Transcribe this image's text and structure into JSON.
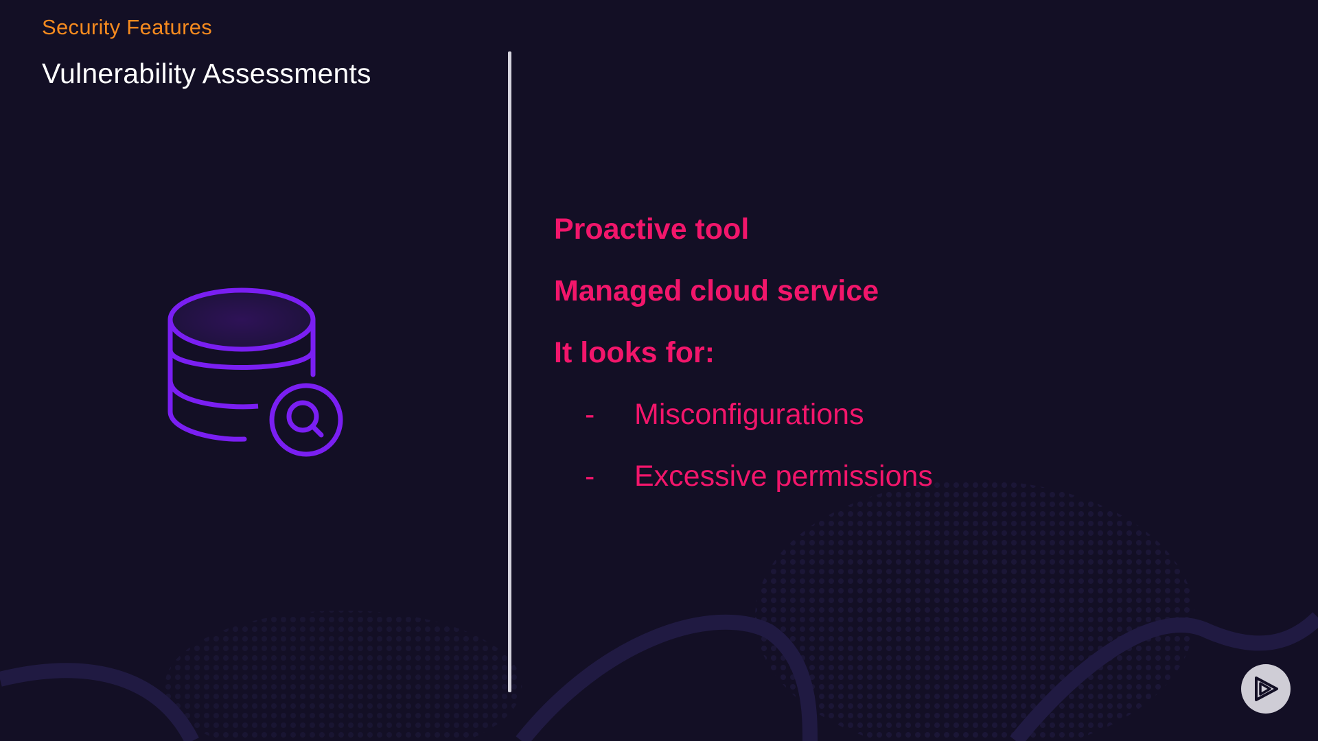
{
  "header": {
    "section_label": "Security Features",
    "title": "Vulnerability Assessments"
  },
  "content": {
    "points": [
      "Proactive tool",
      "Managed cloud service",
      "It looks for:"
    ],
    "sub_points": [
      {
        "dash": "-",
        "text": "Misconfigurations"
      },
      {
        "dash": "-",
        "text": "Excessive permissions"
      }
    ]
  },
  "icons": {
    "main": "database-search-icon",
    "player": "play-logo-icon"
  },
  "colors": {
    "background": "#130f25",
    "section_label": "#f58a1f",
    "title": "#ffffff",
    "accent_text": "#f2166b",
    "icon_stroke": "#7a1ff2",
    "divider": "#d6d4de"
  }
}
